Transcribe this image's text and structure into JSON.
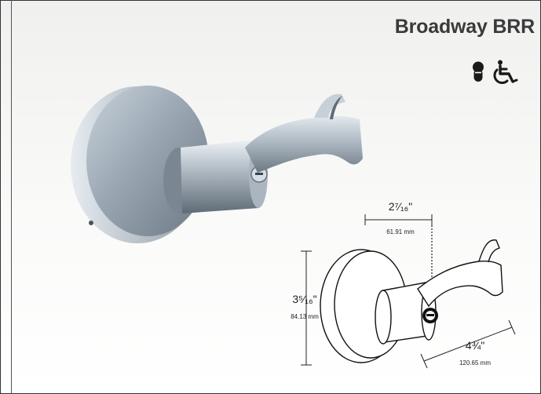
{
  "product": {
    "title": "Broadway BRR"
  },
  "icons": [
    {
      "name": "cylinder-key-icon",
      "color": "#1a1a1a"
    },
    {
      "name": "accessibility-icon",
      "color": "#1a1a1a"
    }
  ],
  "dimensions": {
    "depth_in": "2⁷⁄₁₆\"",
    "depth_mm": "61.91 mm",
    "rose_in": "3⁵⁄₁₆\"",
    "rose_mm": "84.13 mm",
    "lever_in": "4¾\"",
    "lever_mm": "120.65 mm"
  }
}
